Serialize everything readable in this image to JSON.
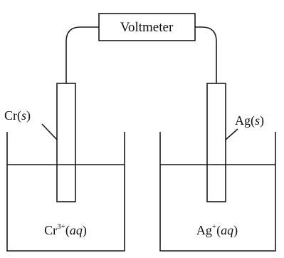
{
  "voltmeter": {
    "label": "Voltmeter"
  },
  "left_half_cell": {
    "electrode": {
      "symbol": "Cr",
      "open": "(",
      "state": "s",
      "close": ")"
    },
    "solution": {
      "symbol": "Cr",
      "charge": "3+",
      "open": "(",
      "state": "aq",
      "close": ")"
    }
  },
  "right_half_cell": {
    "electrode": {
      "symbol": "Ag",
      "open": "(",
      "state": "s",
      "close": ")"
    },
    "solution": {
      "symbol": "Ag",
      "charge": "+",
      "open": "(",
      "state": "aq",
      "close": ")"
    }
  }
}
